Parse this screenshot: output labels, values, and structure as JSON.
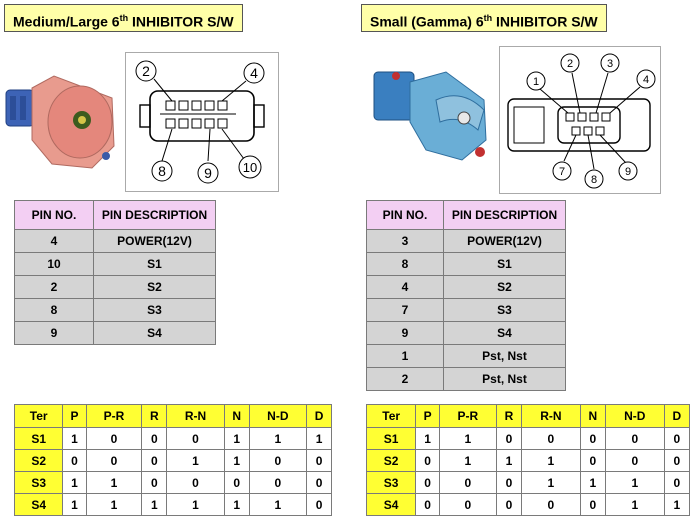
{
  "left": {
    "title_main": "Medium/Large 6",
    "title_sup": "th",
    "title_rest": " INHIBITOR S/W",
    "pin_headers": [
      "PIN NO.",
      "PIN DESCRIPTION"
    ],
    "pins": [
      {
        "no": "4",
        "desc": "POWER(12V)"
      },
      {
        "no": "10",
        "desc": "S1"
      },
      {
        "no": "2",
        "desc": "S2"
      },
      {
        "no": "8",
        "desc": "S3"
      },
      {
        "no": "9",
        "desc": "S4"
      }
    ],
    "callouts": [
      "2",
      "4",
      "8",
      "9",
      "10"
    ],
    "logic_headers": [
      "Ter",
      "P",
      "P-R",
      "R",
      "R-N",
      "N",
      "N-D",
      "D"
    ],
    "logic_rows": [
      {
        "label": "S1",
        "values": [
          "1",
          "0",
          "0",
          "0",
          "1",
          "1",
          "1"
        ]
      },
      {
        "label": "S2",
        "values": [
          "0",
          "0",
          "0",
          "1",
          "1",
          "0",
          "0"
        ]
      },
      {
        "label": "S3",
        "values": [
          "1",
          "1",
          "0",
          "0",
          "0",
          "0",
          "0"
        ]
      },
      {
        "label": "S4",
        "values": [
          "1",
          "1",
          "1",
          "1",
          "1",
          "1",
          "0"
        ]
      }
    ]
  },
  "right": {
    "title_main": "Small (Gamma) 6",
    "title_sup": "th",
    "title_rest": "  INHIBITOR S/W",
    "pin_headers": [
      "PIN NO.",
      "PIN DESCRIPTION"
    ],
    "pins": [
      {
        "no": "3",
        "desc": "POWER(12V)"
      },
      {
        "no": "8",
        "desc": "S1"
      },
      {
        "no": "4",
        "desc": "S2"
      },
      {
        "no": "7",
        "desc": "S3"
      },
      {
        "no": "9",
        "desc": "S4"
      },
      {
        "no": "1",
        "desc": "Pst, Nst"
      },
      {
        "no": "2",
        "desc": "Pst, Nst"
      }
    ],
    "callouts": [
      "1",
      "2",
      "3",
      "4",
      "7",
      "8",
      "9"
    ],
    "logic_headers": [
      "Ter",
      "P",
      "P-R",
      "R",
      "R-N",
      "N",
      "N-D",
      "D"
    ],
    "logic_rows": [
      {
        "label": "S1",
        "values": [
          "1",
          "1",
          "0",
          "0",
          "0",
          "0",
          "0"
        ]
      },
      {
        "label": "S2",
        "values": [
          "0",
          "1",
          "1",
          "1",
          "0",
          "0",
          "0"
        ]
      },
      {
        "label": "S3",
        "values": [
          "0",
          "0",
          "0",
          "1",
          "1",
          "1",
          "0"
        ]
      },
      {
        "label": "S4",
        "values": [
          "0",
          "0",
          "0",
          "0",
          "0",
          "1",
          "1"
        ]
      }
    ]
  },
  "colors": {
    "title_bg": "#ffffa8",
    "pin_header_bg": "#f3cff3",
    "pin_cell_bg": "#d4d4d4",
    "logic_header_bg": "#ffff33",
    "left_switch_body": "#e89b8e",
    "right_switch_body": "#6aaed6"
  }
}
